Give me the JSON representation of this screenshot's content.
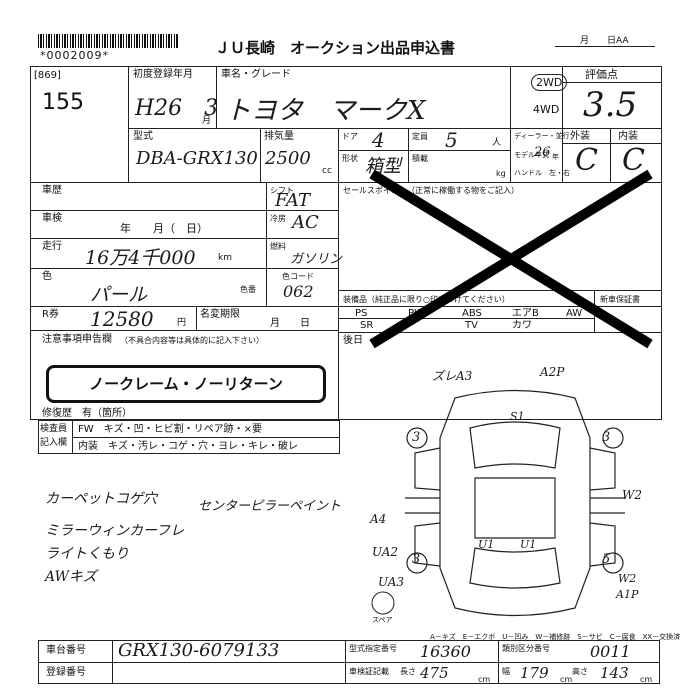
{
  "header": {
    "barcode_number": "*0002009*",
    "title": "ＪＵ長崎　オークション出品申込書",
    "date_label": "月　　日AA",
    "form_code": "[869]",
    "lot_number": "155"
  },
  "grade_box": {
    "label": "評価点",
    "score": "3.5",
    "exterior_label": "外装",
    "interior_label": "内装",
    "exterior_grade": "C",
    "interior_grade": "C"
  },
  "vehicle": {
    "first_reg_label": "初度登録年月",
    "first_reg_value": "H26　3",
    "month_suffix": "月",
    "name_label": "車名・グレード",
    "name_value": "トヨタ　マークX",
    "drive_2wd": "2WD",
    "drive_4wd": "4WD",
    "model_label": "型式",
    "model_value": "DBA-GRX130",
    "displacement_label": "排気量",
    "displacement_value": "2500",
    "displacement_unit": "cc",
    "doors_label": "ドア",
    "doors_value": "4",
    "capacity_label": "定員",
    "capacity_value": "5",
    "capacity_unit": "人",
    "shape_label": "形状",
    "shape_value": "箱型",
    "load_label": "積載",
    "load_unit": "kg",
    "dealer_label": "ディーラー・並行",
    "model_year_label": "モデル年式",
    "model_year_value": "26",
    "model_year_unit": "年",
    "handle_label": "ハンドル　左・右",
    "history_label": "車歴",
    "inspection_label": "車検",
    "inspection_value": "年　　月（　日）",
    "mileage_label": "走行",
    "mileage_value": "16万4千000",
    "mileage_unit": "km",
    "color_label": "色",
    "color_value": "パール",
    "r_ticket_label": "R券",
    "r_ticket_value": "12580",
    "r_ticket_unit": "円",
    "shift_label": "シフト",
    "shift_value": "FAT",
    "ac_label": "冷房",
    "ac_value": "AC",
    "fuel_label": "燃料",
    "fuel_value": "ガソリン",
    "color_code_label": "色コード",
    "color_number_label": "色番",
    "color_code_value": "062",
    "name_change_label": "名変期限",
    "name_change_value": "月　　日",
    "selling_point_label": "セールスポイント（正常に稼働する物をご記入）",
    "equipment_label": "装備品（純正品に限り○印をつけてください）",
    "equipment_items": [
      "PS",
      "PW",
      "ABS",
      "エアB",
      "AW",
      "SR",
      "TV",
      "カワ"
    ],
    "new_car_warranty_label": "新車保証書",
    "rear_seat_label": "後日"
  },
  "notes": {
    "label": "注意事項申告欄",
    "sublabel": "（不具合内容等は具体的に記入下さい）",
    "stamp_text": "ノークレーム・ノーリターン",
    "repair_label": "修復歴　有（箇所）"
  },
  "inspector": {
    "label1": "検査員",
    "label2": "記入欄",
    "row1": "FW　キズ・凹・ヒビ割・リペア跡・×要",
    "row2": "内装　キズ・汚レ・コゲ・穴・ヨレ・キレ・破レ"
  },
  "remarks": {
    "left_lines": [
      "カーペットコゲ穴",
      "ミラーウィンカーフレ",
      "ライトくもり",
      "AWキズ"
    ],
    "right_line": "センターピラーペイント"
  },
  "diagram": {
    "marks": [
      "ズレA3",
      "A2P",
      "S1",
      "3",
      "3",
      "W2",
      "A4",
      "U1",
      "U1",
      "UA2",
      "3",
      "UA3",
      "W2",
      "A1P",
      "5"
    ],
    "spare_label": "スペア",
    "legend": "A－キズ　E－エクボ　U－凹み　W－補修跡　S－サビ　C－腐食　XX－交換済"
  },
  "footer": {
    "chassis_label": "車台番号",
    "chassis_value": "GRX130-6079133",
    "reg_label": "登録番号",
    "type_cert_label": "型式指定番号",
    "type_cert_value": "16360",
    "class_label": "類別区分番号",
    "class_value": "0011",
    "cert_label": "車検証記載",
    "length_label": "長さ",
    "length_value": "475",
    "width_label": "幅",
    "width_value": "179",
    "height_label": "高さ",
    "height_value": "143",
    "unit": "cm"
  }
}
